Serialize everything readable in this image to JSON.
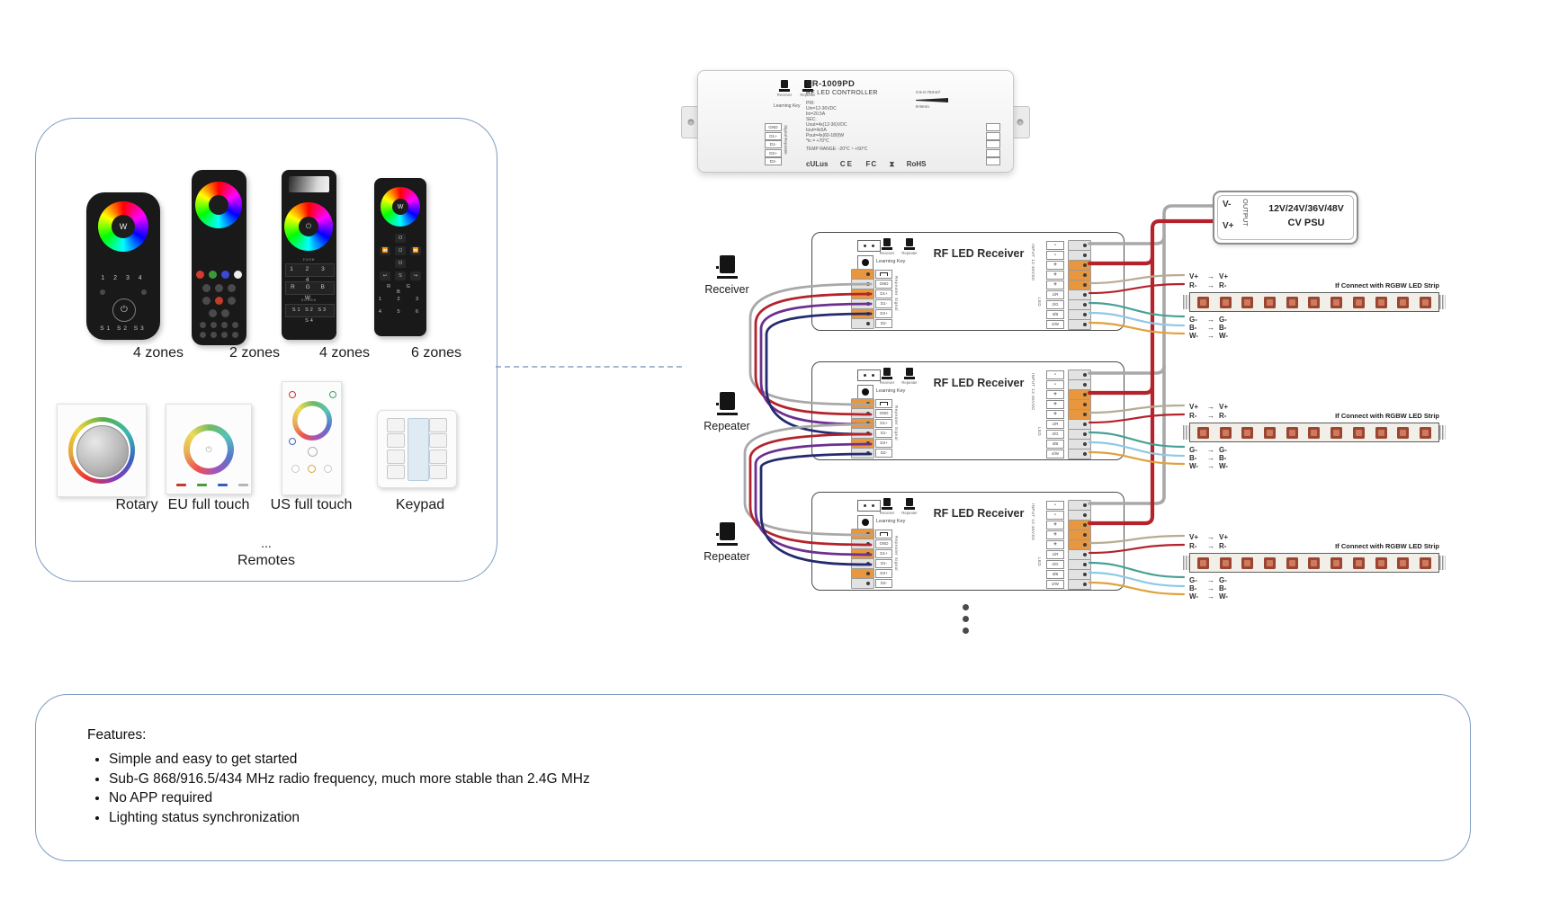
{
  "remotes_panel": {
    "title": "Remotes",
    "ellipsis": "...",
    "handhelds": [
      {
        "label": "4 zones",
        "wheel_letter": "W",
        "num_row": "1 2 3 4",
        "scene_row": "S1 S2 S3"
      },
      {
        "label": "2 zones"
      },
      {
        "label": "4 zones",
        "zone_caption": "zone",
        "zone_row": "1 2 3 4",
        "rgbw_row": "R G B W",
        "scene_caption": "scene",
        "scene_row": "S1 S2 S3 S4"
      },
      {
        "label": "6 zones",
        "wheel_letter": "W",
        "rgb_row": "R G B",
        "num_row1": "1 2 3",
        "num_row2": "4 5 6"
      }
    ],
    "wall_panels": [
      {
        "label": "Rotary"
      },
      {
        "label": "EU full touch"
      },
      {
        "label": "US full touch"
      },
      {
        "label": "Keypad"
      }
    ]
  },
  "controller": {
    "model": "SR-1009PD",
    "name": "RF LED CONTROLLER",
    "spec_lines": [
      "PRI:",
      "Uin=12-36VDC",
      "Iin=20.5A",
      "SEC:",
      "Uout=4x(12-36)VDC",
      "Iout=4x5A",
      "Pout=4x(60-180)W",
      "*tc = +70°C"
    ],
    "temp_range": "TEMP RANGE: -20°C ~ +50°C",
    "certs": [
      "cULus",
      "CE",
      "FC",
      "RoHS"
    ],
    "cert_hourglass": "⧗",
    "wire_spec": "0.5-0.75mm²",
    "strip_len": "8-9mm",
    "btn_receiver": "Receiver",
    "btn_repeater": "Repeater",
    "learning_key": "Learning Key",
    "left_terminals": [
      "GND",
      "D1+",
      "D1-",
      "D2+",
      "D2-"
    ],
    "left_group": "Signal Repeater"
  },
  "psu": {
    "v_minus": "V-",
    "v_plus": "V+",
    "output_label": "OUTPUT",
    "line1": "12V/24V/36V/48V",
    "line2": "CV PSU"
  },
  "nodes": [
    {
      "tag": "Receiver"
    },
    {
      "tag": "Repeater"
    },
    {
      "tag": "Repeater"
    }
  ],
  "receiver": {
    "title": "RF LED Receiver",
    "learning_key": "Learning Key",
    "btn_receiver": "Receiver",
    "btn_repeater": "Repeater",
    "left_group": "Repeater Signal",
    "left_terminals": [
      "GND",
      "D1+",
      "D1-",
      "D2+",
      "D2-"
    ],
    "input_group": "INPUT 12-36VDC",
    "led_group": "LED",
    "right_labels": [
      "-",
      "-",
      "+",
      "+",
      "+",
      "1/R",
      "2/G",
      "3/B",
      "4/W"
    ]
  },
  "strip": {
    "note": "If Connect with RGBW LED Strip",
    "arrow": "→",
    "led_count": 11,
    "top_labels": [
      {
        "from": "V+",
        "to": "V+"
      },
      {
        "from": "R-",
        "to": "R-"
      }
    ],
    "bottom_labels": [
      {
        "from": "G-",
        "to": "G-"
      },
      {
        "from": "B-",
        "to": "B-"
      },
      {
        "from": "W-",
        "to": "W-"
      }
    ]
  },
  "features": {
    "title": "Features:",
    "items": [
      "Simple and easy to get started",
      "Sub-G 868/916.5/434 MHz radio frequency, much more stable than 2.4G MHz",
      "No APP required",
      "Lighting status synchronization"
    ]
  },
  "colors": {
    "wire_red": "#b4232b",
    "wire_gray": "#a8a8a8",
    "wire_purple": "#6d2f90",
    "wire_navy": "#232a6e",
    "wire_green": "#46a195",
    "wire_blue": "#8ec9e6",
    "wire_orange": "#dfa23f",
    "wire_tan": "#b8ab93",
    "terminal_orange": "#e8973f",
    "outline_blue": "#7d9cc0",
    "led_chip": "#9a4632",
    "led_chip_core": "#cf7a5e"
  }
}
